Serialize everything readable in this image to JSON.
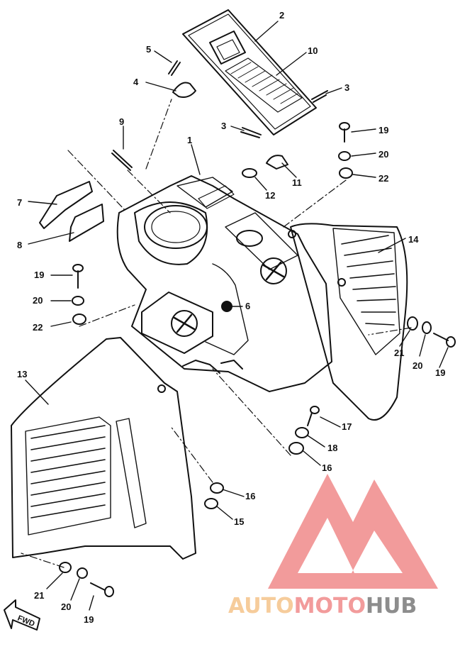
{
  "callouts": [
    {
      "id": "c2",
      "text": "2"
    },
    {
      "id": "c5",
      "text": "5"
    },
    {
      "id": "c10",
      "text": "10"
    },
    {
      "id": "c4",
      "text": "4"
    },
    {
      "id": "c3a",
      "text": "3"
    },
    {
      "id": "c3b",
      "text": "3"
    },
    {
      "id": "c19a",
      "text": "19"
    },
    {
      "id": "c9",
      "text": "9"
    },
    {
      "id": "c1",
      "text": "1"
    },
    {
      "id": "c20a",
      "text": "20"
    },
    {
      "id": "c11",
      "text": "11"
    },
    {
      "id": "c22a",
      "text": "22"
    },
    {
      "id": "c12",
      "text": "12"
    },
    {
      "id": "c7",
      "text": "7"
    },
    {
      "id": "c8",
      "text": "8"
    },
    {
      "id": "c14",
      "text": "14"
    },
    {
      "id": "c19b",
      "text": "19"
    },
    {
      "id": "c20b",
      "text": "20"
    },
    {
      "id": "c6",
      "text": "6"
    },
    {
      "id": "c22b",
      "text": "22"
    },
    {
      "id": "c21a",
      "text": "21"
    },
    {
      "id": "c20c",
      "text": "20"
    },
    {
      "id": "c19c",
      "text": "19"
    },
    {
      "id": "c13",
      "text": "13"
    },
    {
      "id": "c17",
      "text": "17"
    },
    {
      "id": "c18",
      "text": "18"
    },
    {
      "id": "c16a",
      "text": "16"
    },
    {
      "id": "c16b",
      "text": "16"
    },
    {
      "id": "c15",
      "text": "15"
    },
    {
      "id": "c21b",
      "text": "21"
    },
    {
      "id": "c20d",
      "text": "20"
    },
    {
      "id": "c19d",
      "text": "19"
    }
  ],
  "fwd_arrow": {
    "label": "FWD"
  },
  "watermark": {
    "part1": "AUTO",
    "part2": "MOTO",
    "part3": "HUB",
    "color1": "#f5c48a",
    "color2": "#f08a8a",
    "color3": "#7a7a7a"
  }
}
